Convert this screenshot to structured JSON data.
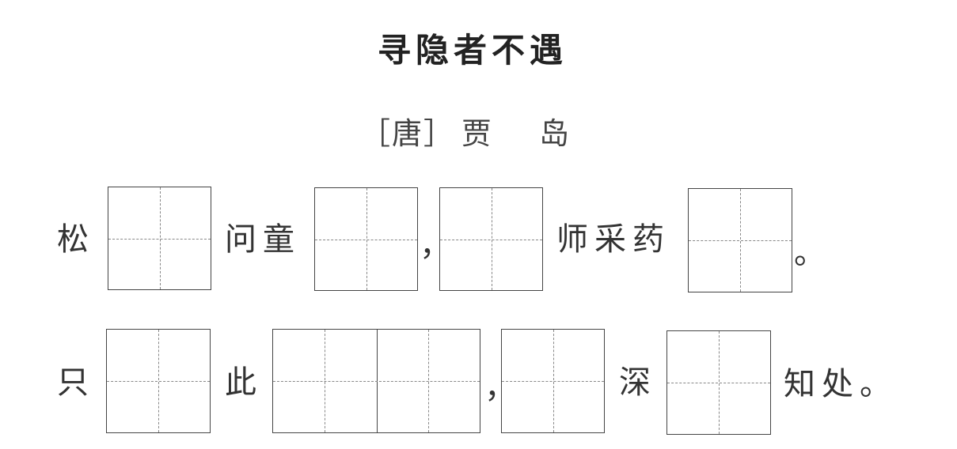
{
  "poem": {
    "title": "寻隐者不遇",
    "dynasty": "［唐］",
    "author": "贾岛"
  },
  "line1": {
    "t1": "松",
    "t2": "问童",
    "t3": "，",
    "t4": "师采药",
    "t5": "。"
  },
  "line2": {
    "t1": "只",
    "t2": "此",
    "t3": "，",
    "t4": "深",
    "t5": "知处。"
  }
}
